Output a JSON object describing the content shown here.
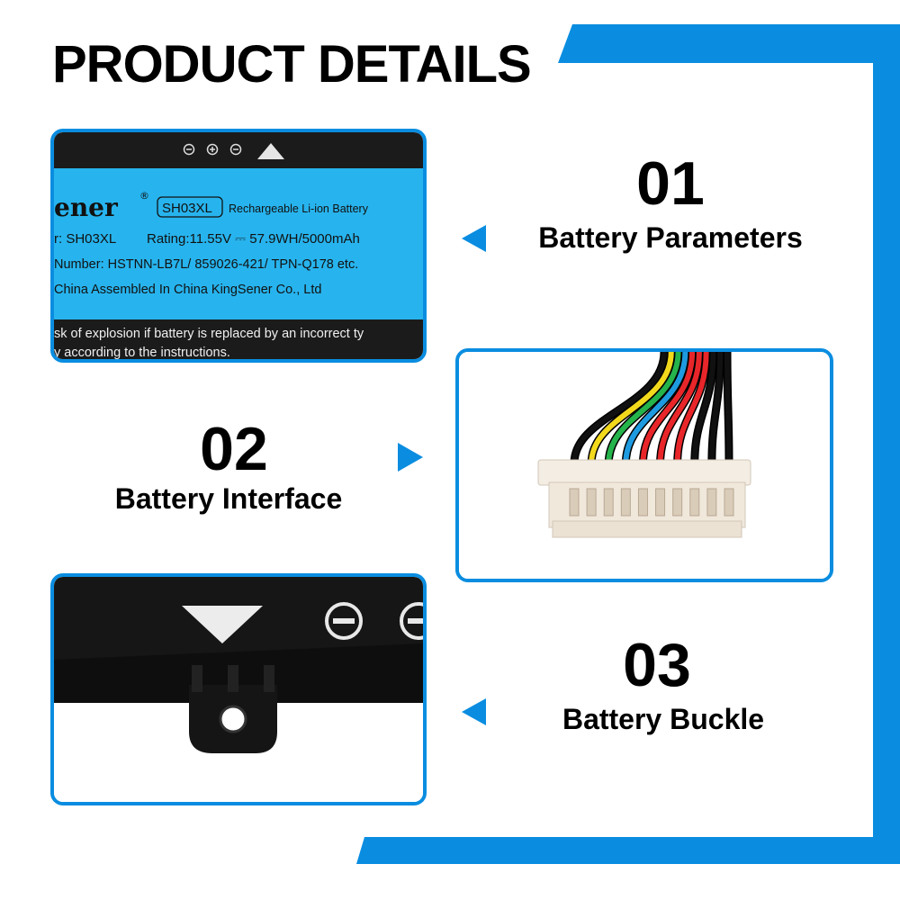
{
  "header": {
    "title": "PRODUCT DETAILS"
  },
  "accent_color": "#0a8de0",
  "features": [
    {
      "number": "01",
      "label": "Battery Parameters"
    },
    {
      "number": "02",
      "label": "Battery Interface"
    },
    {
      "number": "03",
      "label": "Battery Buckle"
    }
  ],
  "battery_label": {
    "brand": "ener",
    "model": "SH03XL",
    "type": "Rechargeable Li-ion Battery",
    "line1_prefix": "r: SH03XL",
    "line1_rating": "Rating:11.55V ⎓ 57.9WH/5000mAh",
    "line2": "Number: HSTNN-LB7L/ 859026-421/ TPN-Q178 etc.",
    "line3": "China  Assembled In China  KingSener Co., Ltd",
    "warning1": "sk of explosion if battery is replaced by an incorrect ty",
    "warning2": "y according to the instructions."
  },
  "wire_colors": [
    "#111111",
    "#f2d91c",
    "#25b34b",
    "#1e9be0",
    "#e8262a",
    "#e8262a",
    "#e8262a",
    "#111111",
    "#111111",
    "#111111"
  ]
}
